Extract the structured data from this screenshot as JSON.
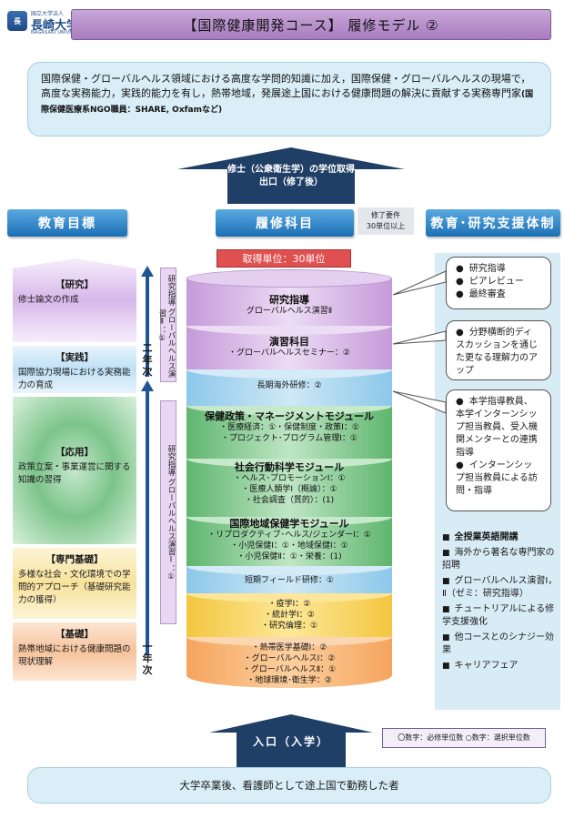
{
  "logo": {
    "small": "国立大学法人",
    "main": "長崎大学",
    "en": "NAGASAKI UNIVERSITY",
    "mark": "長"
  },
  "title": "【国際健康開発コース】 履修モデル ②",
  "goal_text": "国際保健・グローバルヘルス領域における高度な学問的知識に加え，国際保健・グローバルヘルスの現場で，高度な実務能力，実践的能力を有し，熱帯地域，発展途上国における健康問題の解決に貢献する実務専門家",
  "goal_examples": "(国際保健医療系NGO職員：SHARE, Oxfamなど)",
  "exit_arrow": {
    "line1": "修士（公衆衛生学）の学位取得",
    "line2": "出口（修了後）"
  },
  "headers": {
    "goal": "教育目標",
    "course": "履修科目",
    "support": "教育･研究支援体制"
  },
  "requirement": {
    "line1": "修了要件",
    "line2": "30単位以上"
  },
  "credits": "取得単位：30単位",
  "years": {
    "second": "二年次",
    "first": "一年次"
  },
  "vertical_labels": {
    "upper": "研究指導 グローバルヘルス演習Ⅱ：①",
    "lower": "研究指導 グローバルヘルス演習Ⅰ：①"
  },
  "left_goals": [
    {
      "title": "【研究】",
      "text": "修士論文の作成"
    },
    {
      "title": "【実践】",
      "text": "国際協力現場における実務能力の育成"
    },
    {
      "title": "【応用】",
      "text": "政策立案・事業運営に関する知識の習得"
    },
    {
      "title": "【専門基礎】",
      "text": "多様な社会・文化環境での学問的アプローチ（基礎研究能力の獲得）"
    },
    {
      "title": "【基礎】",
      "text": "熱帯地域における健康問題の現状理解"
    }
  ],
  "cylinder": {
    "research": {
      "title": "研究指導",
      "items": [
        "グローバルヘルス演習Ⅱ"
      ]
    },
    "seminar": {
      "title": "演習科目",
      "items": [
        "・グローバルヘルスセミナー：②"
      ]
    },
    "training": "長期海外研修：②",
    "policy": {
      "title": "保健政策・マネージメントモジュール",
      "items": [
        "・医療経済：①・保健制度・政策Ⅰ：①",
        "・プロジェクト･プログラム管理Ⅰ：①"
      ]
    },
    "social": {
      "title": "社会行動科学モジュール",
      "items": [
        "・ヘルス･プロモーションⅠ：①",
        "・医療人類学Ⅰ（概論）：①",
        "・社会調査（質的）：(1)"
      ]
    },
    "regional": {
      "title": "国際地域保健学モジュール",
      "items": [
        "・リプロダクティブ･ヘルス/ジェンダーⅠ：①",
        "・小児保健Ⅰ：①・地域保健Ⅰ：①",
        "・小児保健Ⅱ：①・栄養：(1)"
      ]
    },
    "field": "短期フィールド研修：①",
    "basic1": {
      "items": [
        "・疫学Ⅰ：②",
        "・統計学Ⅰ：②",
        "・研究倫理：①"
      ]
    },
    "basic2": {
      "items": [
        "・熱帯医学基礎Ⅰ：②",
        "・グローバルヘルスⅠ：②",
        "・グローバルヘルスⅡ：①",
        "・地球環境･衛生学：②"
      ]
    }
  },
  "callouts": [
    {
      "items": [
        "研究指導",
        "ピアレビュー",
        "最終審査"
      ]
    },
    {
      "items": [
        "分野横断的ディスカッションを通じた更なる理解力のアップ"
      ]
    },
    {
      "items": [
        "本学指導教員、本学インターンシップ担当教員、受入機関メンターとの連携指導",
        "インターンシップ担当教員による訪問・指導"
      ]
    }
  ],
  "support_items": [
    "全授業英語開講",
    "海外から著名な専門家の招聘",
    "グローバルヘルス演習Ⅰ，Ⅱ（ゼミ：研究指導）",
    "チュートリアルによる修学支援強化",
    "他コースとのシナジー効果",
    "キャリアフェア"
  ],
  "entry": "入口（入学）",
  "legend": "〇数字：必修単位数 ○数字：選択単位数",
  "admission": "大学卒業後、看護師として途上国で勤務した者",
  "colors": {
    "purple": "#a87dc0",
    "blue": "#1b6fb5",
    "navy": "#1f3f66",
    "red": "#e05050"
  }
}
